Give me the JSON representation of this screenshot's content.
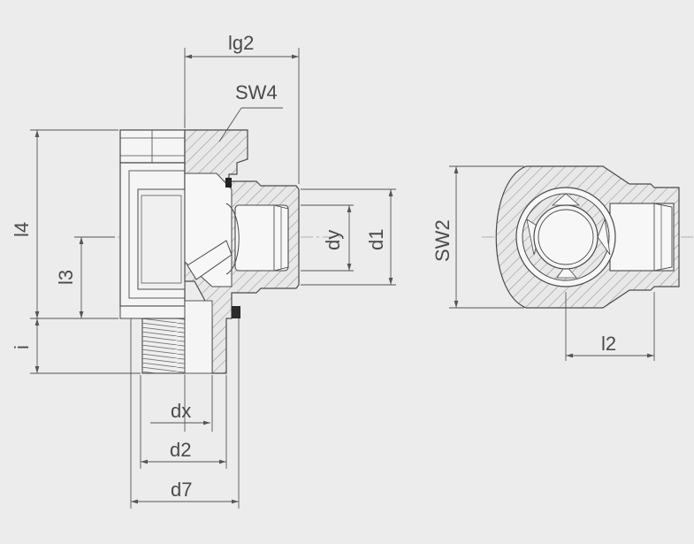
{
  "colors": {
    "background": "#ececec",
    "outline": "#4a4a4a",
    "dimension": "#555555",
    "hatch": "#8a8a8a",
    "centerline": "#9a9a9a",
    "fill_light": "#f5f5f5"
  },
  "labels": {
    "lg2": "lg2",
    "sw4": "SW4",
    "l4": "l4",
    "l3": "l3",
    "i": "i",
    "dy": "dy",
    "d1": "d1",
    "dx": "dx",
    "d2": "d2",
    "d7": "d7",
    "sw2": "SW2",
    "l2": "l2"
  },
  "views": {
    "side_view": "sectional-side-view",
    "end_view": "sectional-end-view"
  }
}
